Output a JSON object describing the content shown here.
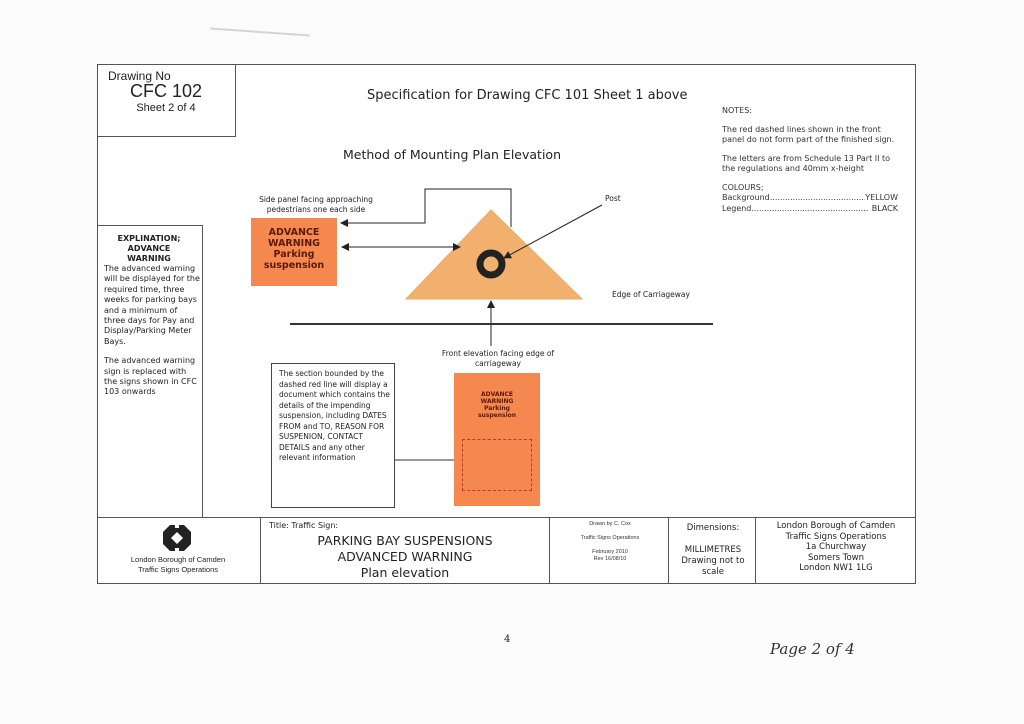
{
  "drawing_number": {
    "label": "Drawing No",
    "number": "CFC 102",
    "sheet": "Sheet 2 of 4"
  },
  "header": {
    "spec_title": "Specification for Drawing CFC 101 Sheet 1 above",
    "method_title": "Method of Mounting Plan Elevation"
  },
  "notes": {
    "heading": "NOTES:",
    "note1": "The red dashed lines shown in the front panel do not form part of the finished sign.",
    "note2": "The letters are from Schedule 13 Part II to the regulations and 40mm x-height",
    "colours_heading": "COLOURS;",
    "colours": [
      {
        "key": "Background",
        "value": "YELLOW"
      },
      {
        "key": "Legend",
        "value": "BLACK"
      }
    ]
  },
  "explanation": {
    "heading_line1": "EXPLINATION;",
    "heading_line2": "ADVANCE",
    "heading_line3": "WARNING",
    "para1": "The advanced warning will be displayed for the required time, three weeks for parking bays and a minimum of three days for Pay and Display/Parking Meter Bays.",
    "para2": "The advanced warning sign is replaced with the signs shown in CFC 103 onwards"
  },
  "diagram": {
    "side_caption": "Side panel facing approaching pedestrians one each side",
    "side_panel": {
      "line1": "ADVANCE",
      "line2": "WARNING",
      "line3": "Parking",
      "line4": "suspension"
    },
    "post_label": "Post",
    "edge_label": "Edge of Carriageway",
    "front_caption": "Front elevation facing edge of carriageway",
    "front_panel": {
      "line1": "ADVANCE",
      "line2": "WARNING",
      "line3": "Parking",
      "line4": "suspension"
    },
    "section_note": "The section bounded by the dashed red line will display a document which contains the details of the impending suspension, including DATES FROM and TO, REASON FOR SUSPENION, CONTACT DETAILS and any other relevant information",
    "colors": {
      "panel": "#f5884f",
      "triangle": "#f1b06e",
      "dashed": "#c43a1c"
    }
  },
  "title_block": {
    "org_line1": "London Borough of Camden",
    "org_line2": "Traffic Signs Operations",
    "title_label": "Title:  Traffic Sign:",
    "title_line1": "PARKING BAY SUSPENSIONS",
    "title_line2": "ADVANCED WARNING",
    "title_line3": "Plan elevation",
    "drawn_by": "Drawn by  C. Cox",
    "drawn_dept": "Traffic Signs Operations",
    "date": "February 2010",
    "rev": "Rev  16/08/10",
    "dims_label": "Dimensions:",
    "dims_unit": "MILLIMETRES",
    "dims_note1": "Drawing not to",
    "dims_note2": "scale",
    "addr1": "London Borough of Camden",
    "addr2": "Traffic Signs Operations",
    "addr3": "1a Churchway",
    "addr4": "Somers Town",
    "addr5": "London NW1 1LG"
  },
  "footer": {
    "page_number": "4",
    "handwritten": "Page 2 of 4"
  }
}
